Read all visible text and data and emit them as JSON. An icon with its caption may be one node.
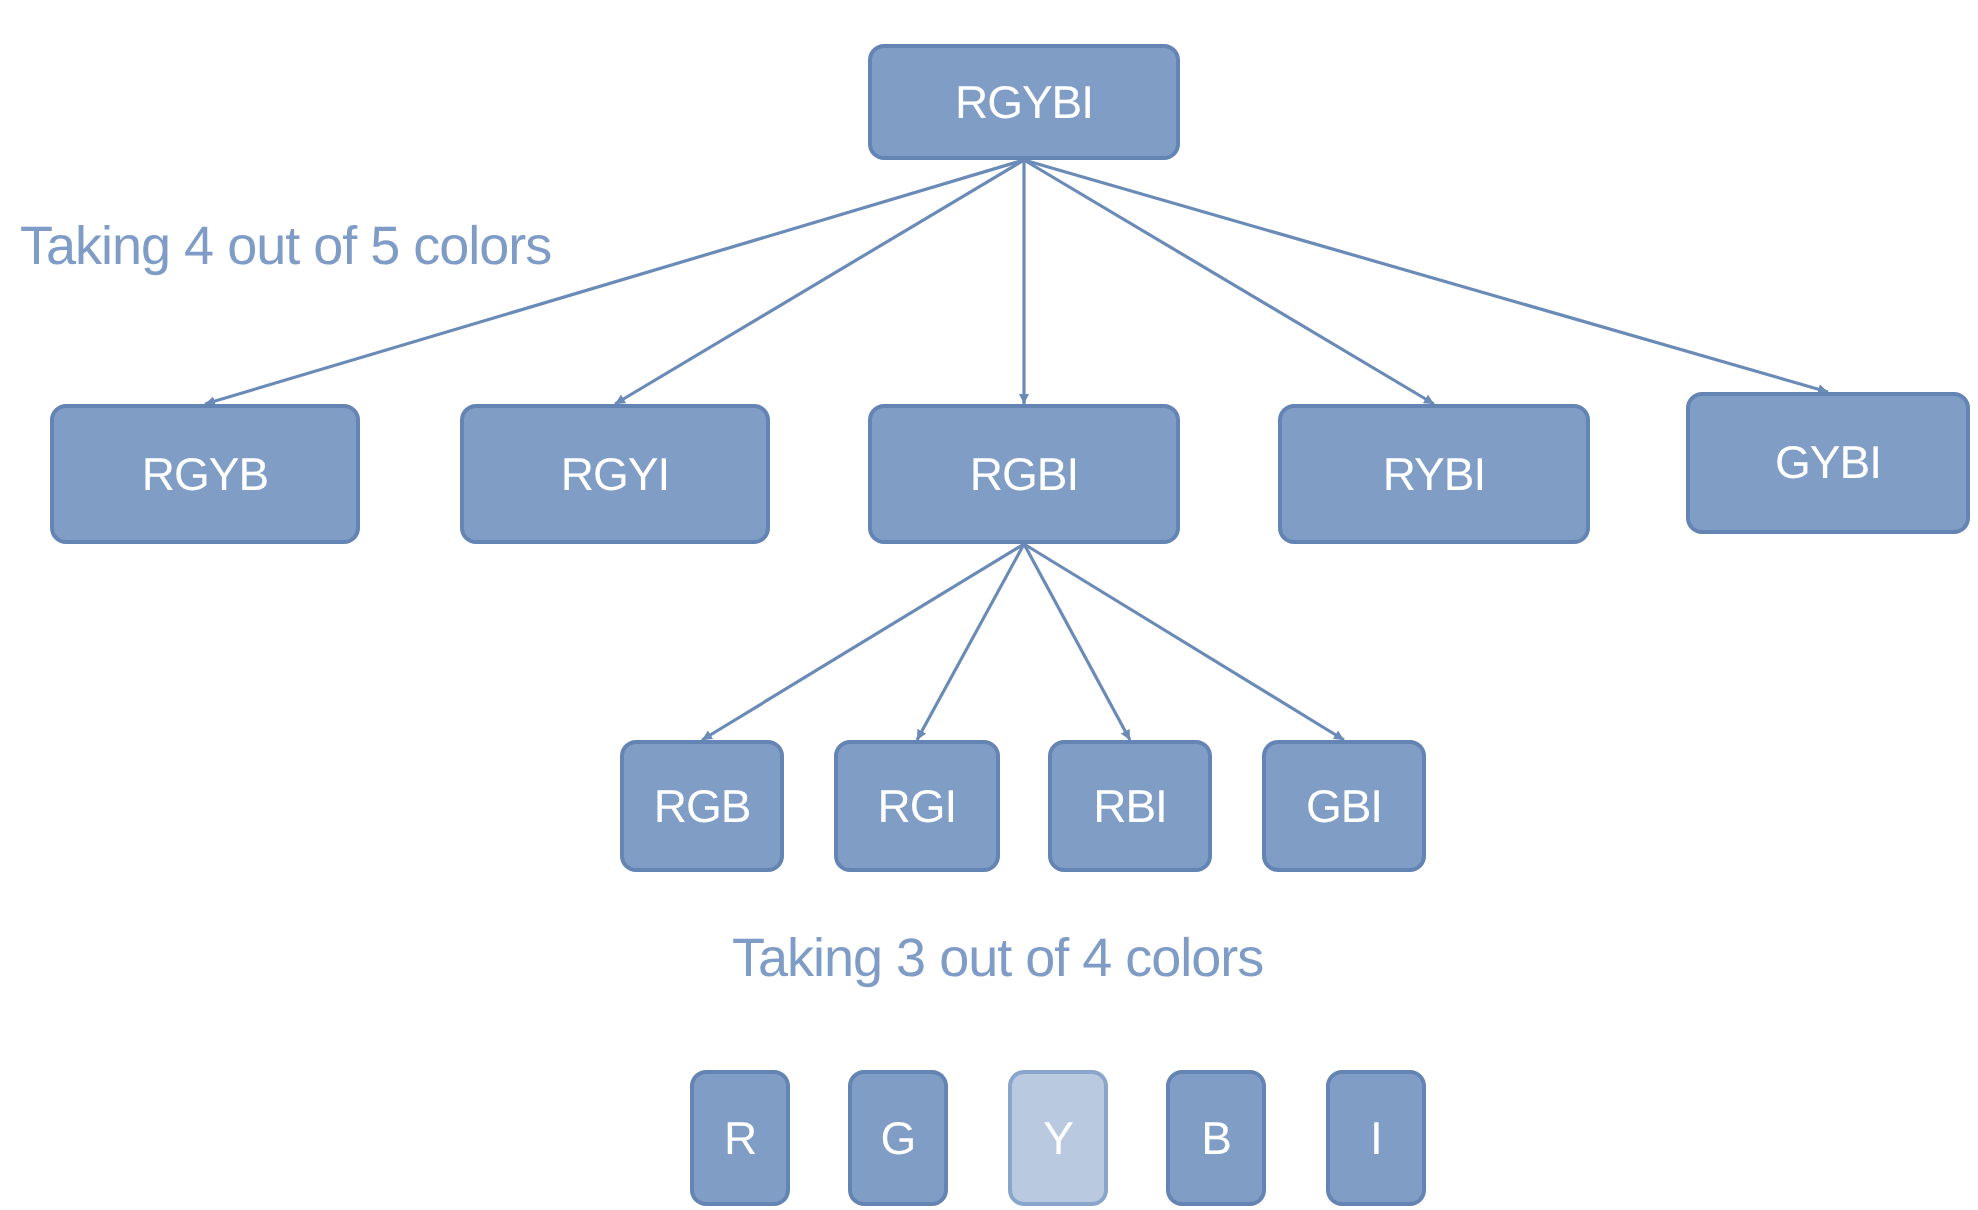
{
  "diagram": {
    "nodes": [
      {
        "text": [
          "RGYBI"
        ]
      },
      {
        "text": [
          "RGYB"
        ]
      },
      {
        "text": [
          "RGYI"
        ]
      },
      {
        "text": [
          "RGBI"
        ]
      },
      {
        "text": [
          "RYBI"
        ]
      },
      {
        "text": [
          "GYBI"
        ]
      },
      {
        "text": [
          "RGB"
        ]
      },
      {
        "text": [
          "RGI"
        ]
      },
      {
        "text": [
          "RBI"
        ]
      },
      {
        "text": [
          "GBI"
        ]
      },
      {
        "text": [
          "R"
        ]
      },
      {
        "text": [
          "G"
        ]
      },
      {
        "text": [
          "Y"
        ]
      },
      {
        "text": [
          "B"
        ]
      },
      {
        "text": [
          "I"
        ]
      }
    ],
    "edges": [
      {
        "from": 0,
        "to": 1,
        "arrow": "to"
      },
      {
        "from": 0,
        "to": 2,
        "arrow": "to"
      },
      {
        "from": 0,
        "to": 3,
        "arrow": "to"
      },
      {
        "from": 0,
        "to": 4,
        "arrow": "to"
      },
      {
        "from": 0,
        "to": 5,
        "arrow": "to"
      },
      {
        "from": 3,
        "to": 6,
        "arrow": "to"
      },
      {
        "from": 3,
        "to": 7,
        "arrow": "to"
      },
      {
        "from": 3,
        "to": 8,
        "arrow": "to"
      },
      {
        "from": 3,
        "to": 9,
        "arrow": "to"
      }
    ],
    "labels": [
      "Taking 4 out of 5 colors",
      "Taking 3 out of 4 colors"
    ]
  }
}
